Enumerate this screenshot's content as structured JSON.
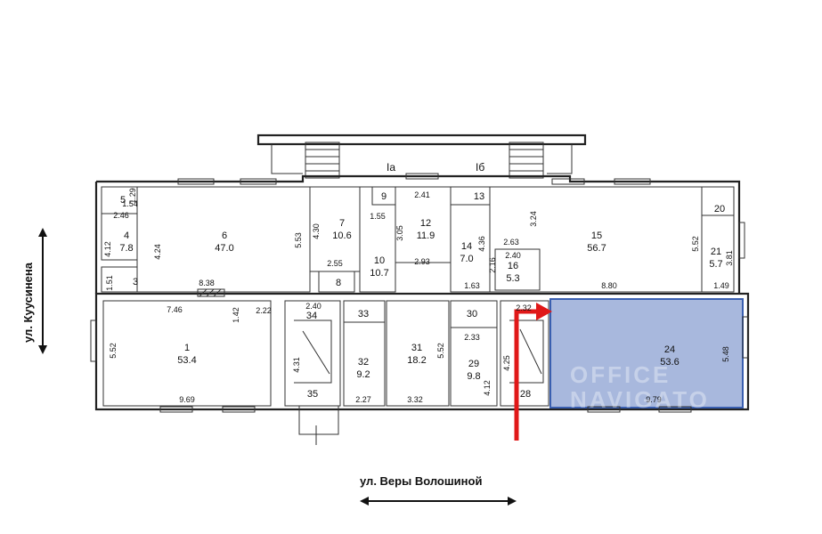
{
  "streets": {
    "left": "ул. Куусинена",
    "bottom": "ул. Веры Волошиной"
  },
  "entrances": {
    "a": "Iа",
    "b": "Iб"
  },
  "watermark": {
    "line1": "OFFICE",
    "line2": "NAVIGATO"
  },
  "colors": {
    "highlight_fill": "#a8b8dd",
    "highlight_stroke": "#3a5fb0",
    "arrow": "#e01818",
    "wall": "#222222"
  },
  "rooms": {
    "r1": {
      "num": "1",
      "area": "53.4"
    },
    "r3": {
      "num": "3",
      "area": ""
    },
    "r4": {
      "num": "4",
      "area": "7.8"
    },
    "r5": {
      "num": "5",
      "area": ""
    },
    "r6": {
      "num": "6",
      "area": "47.0"
    },
    "r7": {
      "num": "7",
      "area": "10.6"
    },
    "r8": {
      "num": "8",
      "area": ""
    },
    "r9": {
      "num": "9",
      "area": ""
    },
    "r10": {
      "num": "10",
      "area": "10.7"
    },
    "r12": {
      "num": "12",
      "area": "11.9"
    },
    "r13": {
      "num": "13",
      "area": ""
    },
    "r14": {
      "num": "14",
      "area": "7.0"
    },
    "r15": {
      "num": "15",
      "area": "56.7"
    },
    "r16": {
      "num": "16",
      "area": "5.3"
    },
    "r20": {
      "num": "20",
      "area": ""
    },
    "r21": {
      "num": "21",
      "area": "5.7"
    },
    "r24": {
      "num": "24",
      "area": "53.6"
    },
    "r28": {
      "num": "28",
      "area": ""
    },
    "r29": {
      "num": "29",
      "area": "9.8"
    },
    "r30": {
      "num": "30",
      "area": ""
    },
    "r31": {
      "num": "31",
      "area": "18.2"
    },
    "r32": {
      "num": "32",
      "area": "9.2"
    },
    "r33": {
      "num": "33",
      "area": ""
    },
    "r34": {
      "num": "34",
      "area": ""
    },
    "r35": {
      "num": "35",
      "area": ""
    }
  },
  "dims": {
    "d_8_38": "8.38",
    "d_4_24": "4.24",
    "d_5_53": "5.53",
    "d_4_30": "4.30",
    "d_2_55": "2.55",
    "d_1_55": "1.55",
    "d_2_41": "2.41",
    "d_3_05": "3.05",
    "d_2_93": "2.93",
    "d_4_36": "4.36",
    "d_2_16": "2.16",
    "d_1_63": "1.63",
    "d_2_63": "2.63",
    "d_2_40a": "2.40",
    "d_3_24": "3.24",
    "d_5_52a": "5.52",
    "d_8_80": "8.80",
    "d_1_49": "1.49",
    "d_3_81": "3.81",
    "d_1_29": "1.29",
    "d_1_54": "1.54",
    "d_2_46": "2.46",
    "d_4_12": "4.12",
    "d_1_51": "1.51",
    "d_7_46": "7.46",
    "d_1_42": "1.42",
    "d_2_22": "2.22",
    "d_5_52b": "5.52",
    "d_9_69": "9.69",
    "d_2_40b": "2.40",
    "d_4_31": "4.31",
    "d_2_27": "2.27",
    "d_3_32": "3.32",
    "d_5_52c": "5.52",
    "d_2_33": "2.33",
    "d_4_12b": "4.12",
    "d_2_32": "2.32",
    "d_4_25": "4.25",
    "d_5_48": "5.48",
    "d_9_79": "9.79"
  }
}
